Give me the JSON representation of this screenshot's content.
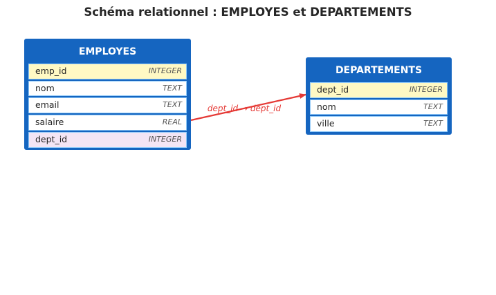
{
  "title": "Schéma relationnel : EMPLOYES et DEPARTEMENTS",
  "colors": {
    "header": "#1565c0",
    "row_border": "#90caf9",
    "primary_key_row": "#fff9c4",
    "foreign_key_row": "#f3e5f5",
    "relation": "#e53935"
  },
  "tables": {
    "employes": {
      "name": "EMPLOYES",
      "columns": [
        {
          "name": "emp_id",
          "type": "INTEGER",
          "key": "primary"
        },
        {
          "name": "nom",
          "type": "TEXT",
          "key": "none"
        },
        {
          "name": "email",
          "type": "TEXT",
          "key": "none"
        },
        {
          "name": "salaire",
          "type": "REAL",
          "key": "none"
        },
        {
          "name": "dept_id",
          "type": "INTEGER",
          "key": "foreign"
        }
      ]
    },
    "departements": {
      "name": "DEPARTEMENTS",
      "columns": [
        {
          "name": "dept_id",
          "type": "INTEGER",
          "key": "primary"
        },
        {
          "name": "nom",
          "type": "TEXT",
          "key": "none"
        },
        {
          "name": "ville",
          "type": "TEXT",
          "key": "none"
        }
      ]
    }
  },
  "relation": {
    "from": "EMPLOYES",
    "to": "DEPARTEMENTS",
    "label": "dept_id → dept_id"
  }
}
